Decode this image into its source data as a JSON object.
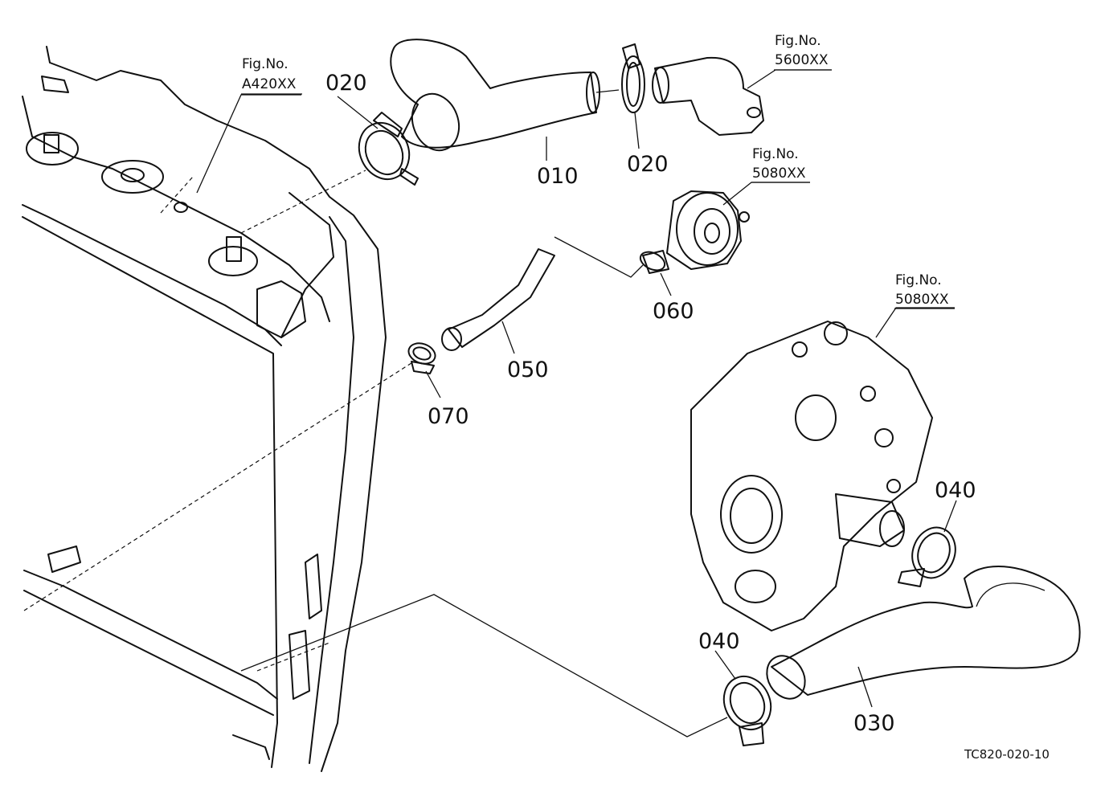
{
  "fig_refs": {
    "a420": {
      "line1": "Fig.No.",
      "line2": "A420XX"
    },
    "f5600": {
      "line1": "Fig.No.",
      "line2": "5600XX"
    },
    "f5080_top": {
      "line1": "Fig.No.",
      "line2": "5080XX"
    },
    "f5080_right": {
      "line1": "Fig.No.",
      "line2": "5080XX"
    }
  },
  "parts": {
    "p010": "010",
    "p020_left": "020",
    "p020_right": "020",
    "p030": "030",
    "p040_top": "040",
    "p040_bottom": "040",
    "p050": "050",
    "p060": "060",
    "p070": "070"
  },
  "drawing_code": "TC820-020-10"
}
